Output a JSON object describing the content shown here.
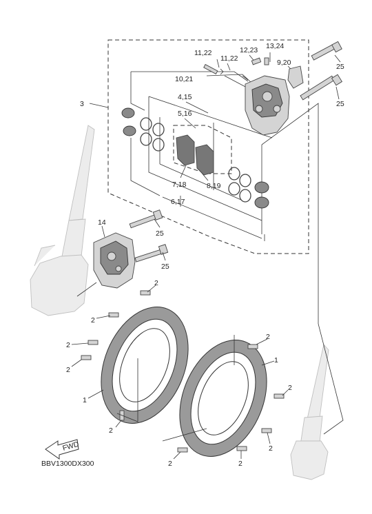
{
  "diagram_code": "BBV1300DX300",
  "fwd_label": "FWD",
  "labels": {
    "l3": "3",
    "l4_15": "4,15",
    "l5_16": "5,16",
    "l6_17": "6,17",
    "l7_18": "7,18",
    "l8_19": "8,19",
    "l9_20": "9,20",
    "l10_21": "10,21",
    "l11_22a": "11,22",
    "l11_22b": "11,22",
    "l12_23": "12,23",
    "l13_24": "13,24",
    "l14": "14",
    "l25a": "25",
    "l25b": "25",
    "l25c": "25",
    "l25d": "25",
    "l1a": "1",
    "l1b": "1",
    "l2a": "2",
    "l2b": "2",
    "l2c": "2",
    "l2d": "2",
    "l2e": "2",
    "l2f": "2",
    "l2g": "2",
    "l2h": "2",
    "l2i": "2",
    "l2j": "2"
  }
}
